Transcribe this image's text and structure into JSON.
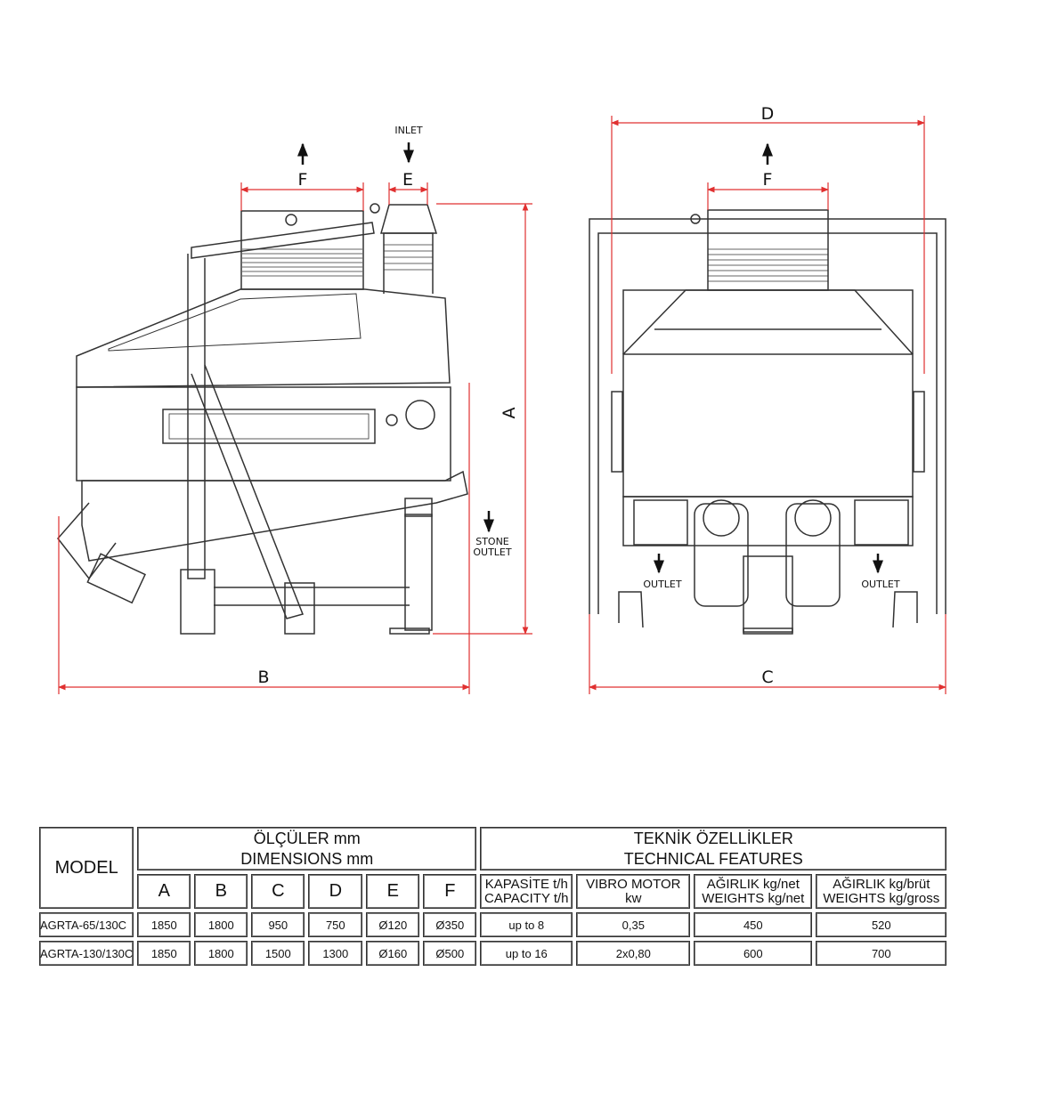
{
  "drawing": {
    "side_view": {
      "labels": {
        "F": "F",
        "E": "E",
        "inlet": "INLET",
        "A": "A",
        "B": "B",
        "stone_outlet_1": "STONE",
        "stone_outlet_2": "OUTLET"
      }
    },
    "front_view": {
      "labels": {
        "D": "D",
        "F": "F",
        "C": "C",
        "outlet_left": "OUTLET",
        "outlet_right": "OUTLET"
      }
    },
    "colors": {
      "dimension": "#e03030",
      "line": "#333333"
    }
  },
  "table": {
    "model_header": "MODEL",
    "dimensions_header": [
      "ÖLÇÜLER mm",
      "DIMENSIONS mm"
    ],
    "features_header": [
      "TEKNİK ÖZELLİKLER",
      "TECHNICAL FEATURES"
    ],
    "dim_columns": [
      "A",
      "B",
      "C",
      "D",
      "E",
      "F"
    ],
    "feature_columns": [
      [
        "KAPASİTE t/h",
        "CAPACITY t/h"
      ],
      [
        "VIBRO MOTOR",
        "kw"
      ],
      [
        "AĞIRLIK kg/net",
        "WEIGHTS kg/net"
      ],
      [
        "AĞIRLIK kg/brüt",
        "WEIGHTS kg/gross"
      ]
    ],
    "rows": [
      {
        "model": "AGRTA-65/130C",
        "dims": [
          "1850",
          "1800",
          "950",
          "750",
          "Ø120",
          "Ø350"
        ],
        "features": [
          "up to 8",
          "0,35",
          "450",
          "520"
        ]
      },
      {
        "model": "AGRTA-130/130C",
        "dims": [
          "1850",
          "1800",
          "1500",
          "1300",
          "Ø160",
          "Ø500"
        ],
        "features": [
          "up to 16",
          "2x0,80",
          "600",
          "700"
        ]
      }
    ]
  }
}
